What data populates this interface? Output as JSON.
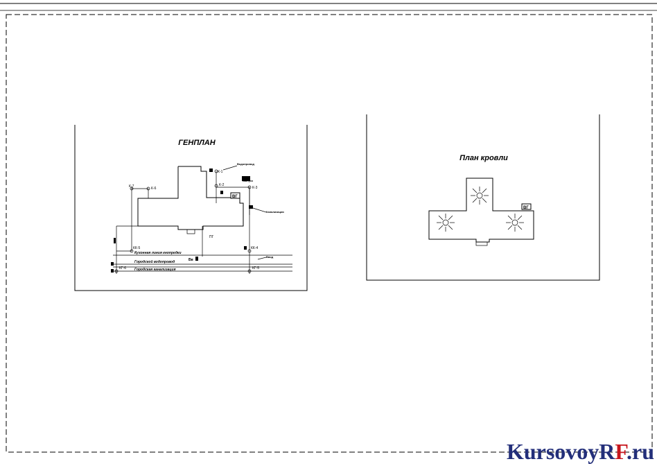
{
  "sheet": {
    "genplan_title": "ГЕНПЛАН",
    "roof_title": "План кровли"
  },
  "genplan": {
    "wells": [
      "К-1",
      "К-2",
      "К-3",
      "К-7",
      "К-6",
      "КК-5",
      "КК-4",
      "КГ-6",
      "КГ-5"
    ],
    "road_labels": [
      "Кухонная линия кнопредки",
      "Городской водопровод",
      "Городская канализация"
    ],
    "leader_notes": [
      "Водопровод",
      "Выпуск",
      "Канализация",
      "Ввод"
    ],
    "markers": [
      "ВГ",
      "ПГ",
      "Вв"
    ]
  },
  "roof": {
    "markers": [
      "ВГ"
    ]
  },
  "watermark": {
    "part1": "KursovoyR",
    "part2": "F",
    "part3": ".ru"
  }
}
